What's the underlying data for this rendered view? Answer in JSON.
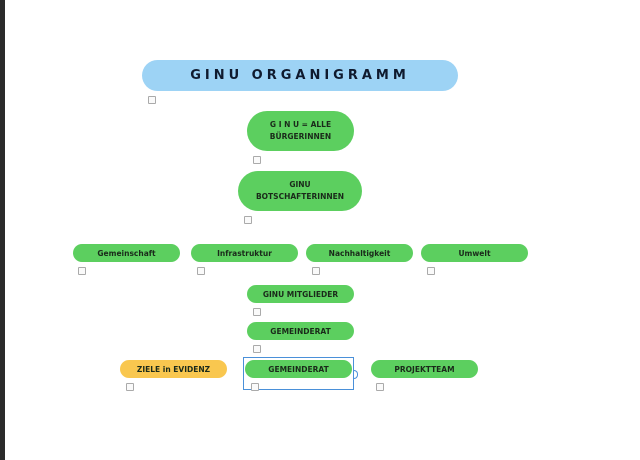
{
  "title": "GINU ORGANIGRAMM",
  "nodes": {
    "alle": "G I N U = ALLE BÜRGERINNEN",
    "botschafter": "GINU BOTSCHAFTERINNEN",
    "gemeinschaft": "Gemeinschaft",
    "infrastruktur": "Infrastruktur",
    "nachhaltigkeit": "Nachhaltigkeit",
    "umwelt": "Umwelt",
    "mitglieder": "GINU MITGLIEDER",
    "gemeinderat1": "GEMEINDERAT",
    "ziele": "ZIELE in EVIDENZ",
    "gemeinderat2": "GEMEINDERAT",
    "projektteam": "PROJEKTTEAM"
  },
  "colors": {
    "title": "#9dd3f5",
    "green": "#5ccf5f",
    "yellow": "#f9c74f",
    "selection": "#4a90d9"
  }
}
